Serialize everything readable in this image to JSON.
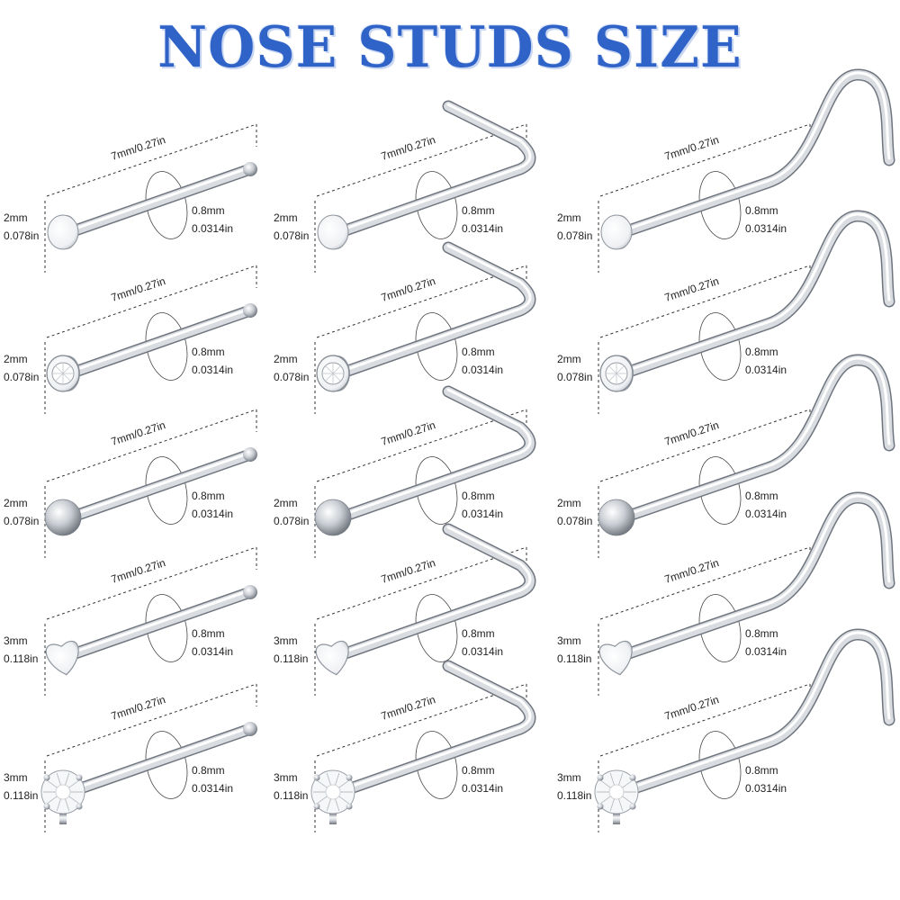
{
  "title": "NOSE STUDS SIZE",
  "colors": {
    "title": "#2f63c8",
    "metal_light": "#f4f6f8",
    "metal_dark": "#8a9099"
  },
  "columns": [
    {
      "style": "straight",
      "items": [
        {
          "head": "flat-disc",
          "head_size": [
            "2mm",
            "0.078in"
          ],
          "length": "7mm/0.27in",
          "gauge": [
            "0.8mm",
            "0.0314in"
          ]
        },
        {
          "head": "crystal-bezel",
          "head_size": [
            "2mm",
            "0.078in"
          ],
          "length": "7mm/0.27in",
          "gauge": [
            "0.8mm",
            "0.0314in"
          ]
        },
        {
          "head": "ball",
          "head_size": [
            "2mm",
            "0.078in"
          ],
          "length": "7mm/0.27in",
          "gauge": [
            "0.8mm",
            "0.0314in"
          ]
        },
        {
          "head": "heart",
          "head_size": [
            "3mm",
            "0.118in"
          ],
          "length": "7mm/0.27in",
          "gauge": [
            "0.8mm",
            "0.0314in"
          ]
        },
        {
          "head": "crystal-prong",
          "head_size": [
            "3mm",
            "0.118in"
          ],
          "length": "7mm/0.27in",
          "gauge": [
            "0.8mm",
            "0.0314in"
          ]
        }
      ]
    },
    {
      "style": "l-shape",
      "items": [
        {
          "head": "flat-disc",
          "head_size": [
            "2mm",
            "0.078in"
          ],
          "length": "7mm/0.27in",
          "gauge": [
            "0.8mm",
            "0.0314in"
          ]
        },
        {
          "head": "crystal-bezel",
          "head_size": [
            "2mm",
            "0.078in"
          ],
          "length": "7mm/0.27in",
          "gauge": [
            "0.8mm",
            "0.0314in"
          ]
        },
        {
          "head": "ball",
          "head_size": [
            "2mm",
            "0.078in"
          ],
          "length": "7mm/0.27in",
          "gauge": [
            "0.8mm",
            "0.0314in"
          ]
        },
        {
          "head": "heart",
          "head_size": [
            "3mm",
            "0.118in"
          ],
          "length": "7mm/0.27in",
          "gauge": [
            "0.8mm",
            "0.0314in"
          ]
        },
        {
          "head": "crystal-prong",
          "head_size": [
            "3mm",
            "0.118in"
          ],
          "length": "7mm/0.27in",
          "gauge": [
            "0.8mm",
            "0.0314in"
          ]
        }
      ]
    },
    {
      "style": "screw",
      "items": [
        {
          "head": "flat-disc",
          "head_size": [
            "2mm",
            "0.078in"
          ],
          "length": "7mm/0.27in",
          "gauge": [
            "0.8mm",
            "0.0314in"
          ]
        },
        {
          "head": "crystal-bezel",
          "head_size": [
            "2mm",
            "0.078in"
          ],
          "length": "7mm/0.27in",
          "gauge": [
            "0.8mm",
            "0.0314in"
          ]
        },
        {
          "head": "ball",
          "head_size": [
            "2mm",
            "0.078in"
          ],
          "length": "7mm/0.27in",
          "gauge": [
            "0.8mm",
            "0.0314in"
          ]
        },
        {
          "head": "heart",
          "head_size": [
            "3mm",
            "0.118in"
          ],
          "length": "7mm/0.27in",
          "gauge": [
            "0.8mm",
            "0.0314in"
          ]
        },
        {
          "head": "crystal-prong",
          "head_size": [
            "3mm",
            "0.118in"
          ],
          "length": "7mm/0.27in",
          "gauge": [
            "0.8mm",
            "0.0314in"
          ]
        }
      ]
    }
  ]
}
